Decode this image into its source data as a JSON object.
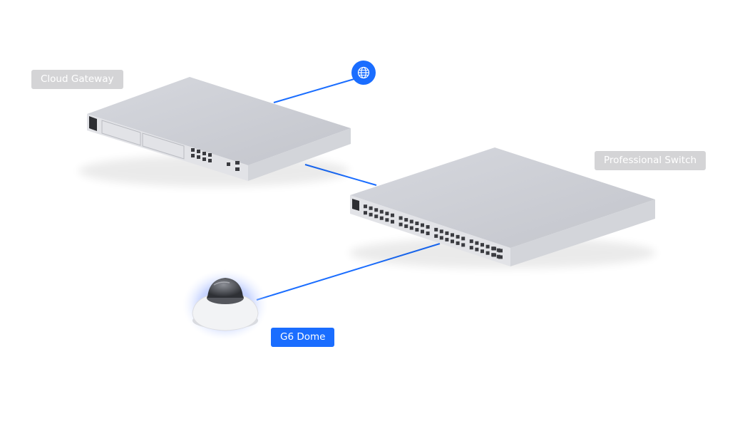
{
  "diagram": {
    "title": "Network topology",
    "nodes": [
      {
        "id": "internet",
        "label": "",
        "icon": "globe-icon"
      },
      {
        "id": "gateway",
        "label": "Cloud Gateway",
        "label_style": "inactive"
      },
      {
        "id": "switch",
        "label": "Professional Switch",
        "label_style": "inactive"
      },
      {
        "id": "camera",
        "label": "G6 Dome",
        "label_style": "active"
      }
    ],
    "edges": [
      {
        "from": "gateway",
        "to": "internet"
      },
      {
        "from": "gateway",
        "to": "switch"
      },
      {
        "from": "switch",
        "to": "camera"
      }
    ],
    "colors": {
      "link": "#1a6dff",
      "active_label_bg": "#1a6dff",
      "inactive_label_bg": "#d4d4d6",
      "label_text": "#ffffff",
      "device_body": "#c9cbd2",
      "camera_glow": "#9fb8ff"
    }
  }
}
